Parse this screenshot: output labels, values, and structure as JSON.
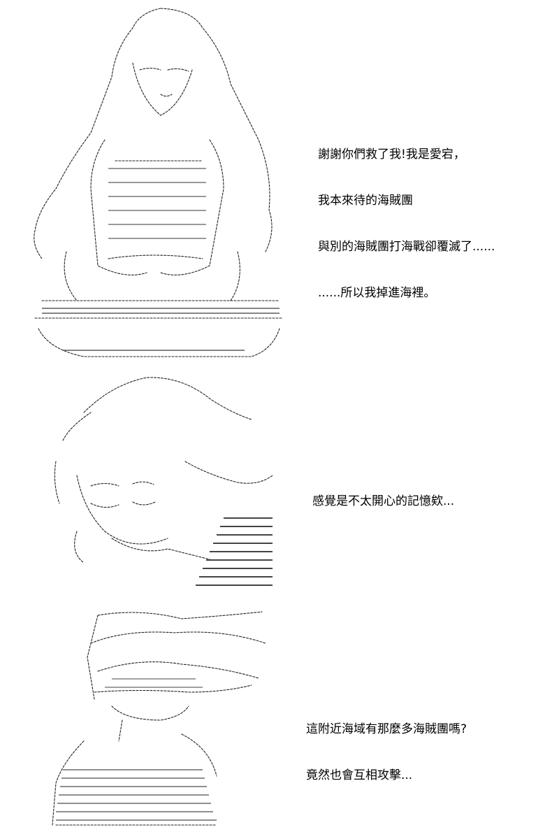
{
  "panels": [
    {
      "lines": [
        "謝謝你們救了我!我是愛宕，",
        "我本來待的海賊團",
        "與別的海賊團打海戰卻覆滅了......",
        "......所以我掉進海裡。"
      ],
      "art": "ascii-art-girl-portrait"
    },
    {
      "lines": [
        "感覺是不太開心的記憶欸..."
      ],
      "art": "ascii-art-boy-profile"
    },
    {
      "lines": [
        "這附近海域有那麼多海賊團嗎?",
        "竟然也會互相攻擊..."
      ],
      "art": "ascii-art-character-back"
    }
  ]
}
